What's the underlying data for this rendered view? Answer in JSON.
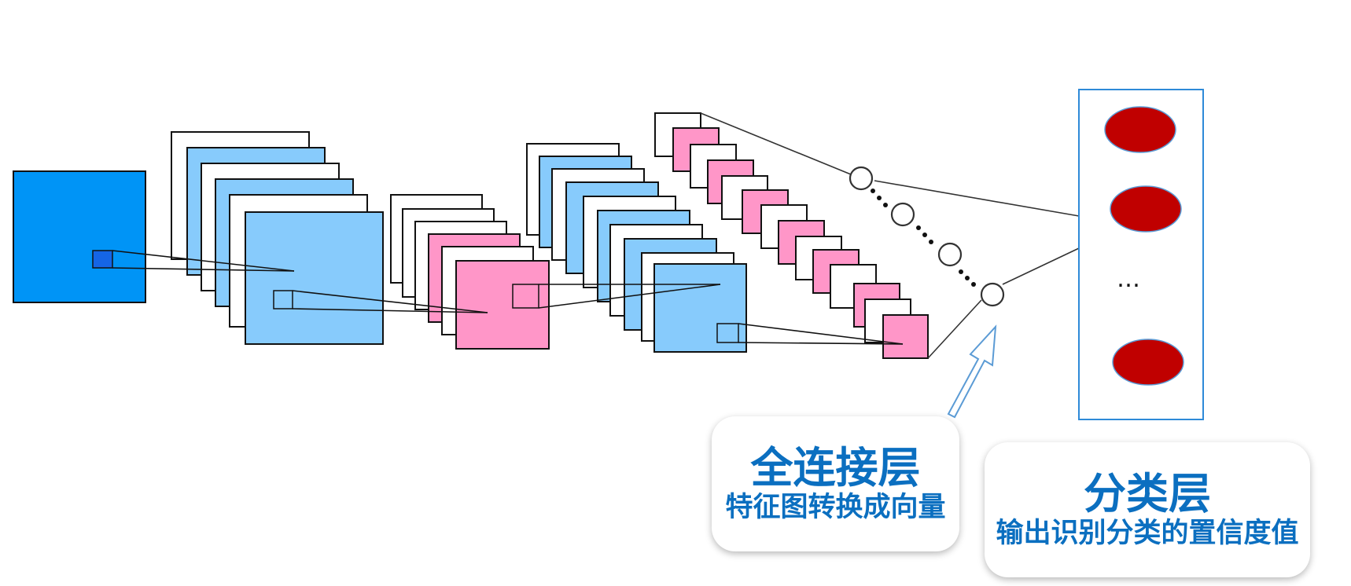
{
  "fc_callout": {
    "title": "全连接层",
    "subtitle": "特征图转换成向量"
  },
  "cls_callout": {
    "title": "分类层",
    "subtitle": "输出识别分类的置信度值"
  },
  "output_ellipsis": "…",
  "colors": {
    "input": "#0094f6",
    "light_blue": "#87cbfc",
    "pink": "#ff96c8",
    "output_node": "#c00000",
    "output_box_border": "#2e8ad8",
    "callout_text": "#0b6fc0",
    "arrow": "#5b9bd5"
  },
  "icons": {
    "fc_nodes": "circle",
    "output_nodes": "ellipse",
    "pointer": "hollow-arrow"
  }
}
